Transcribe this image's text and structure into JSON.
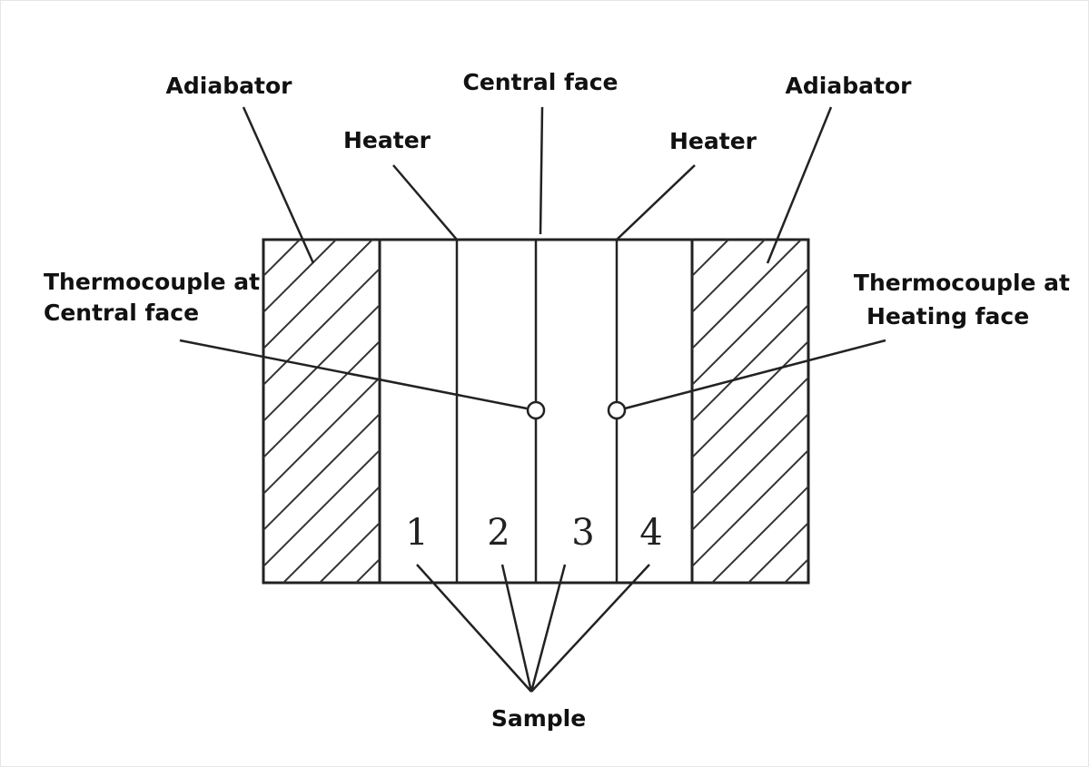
{
  "diagram": {
    "labels": {
      "adiabator_left": "Adiabator",
      "adiabator_right": "Adiabator",
      "central_face": "Central face",
      "heater_left": "Heater",
      "heater_right": "Heater",
      "tc_central_line1": "Thermocouple at",
      "tc_central_line2": "Central face",
      "tc_heating_line1": "Thermocouple at",
      "tc_heating_line2": "Heating face",
      "sample": "Sample"
    },
    "sample_numbers": [
      "1",
      "2",
      "3",
      "4"
    ],
    "colors": {
      "line": "#222222",
      "text": "#111111",
      "background": "#ffffff"
    }
  }
}
